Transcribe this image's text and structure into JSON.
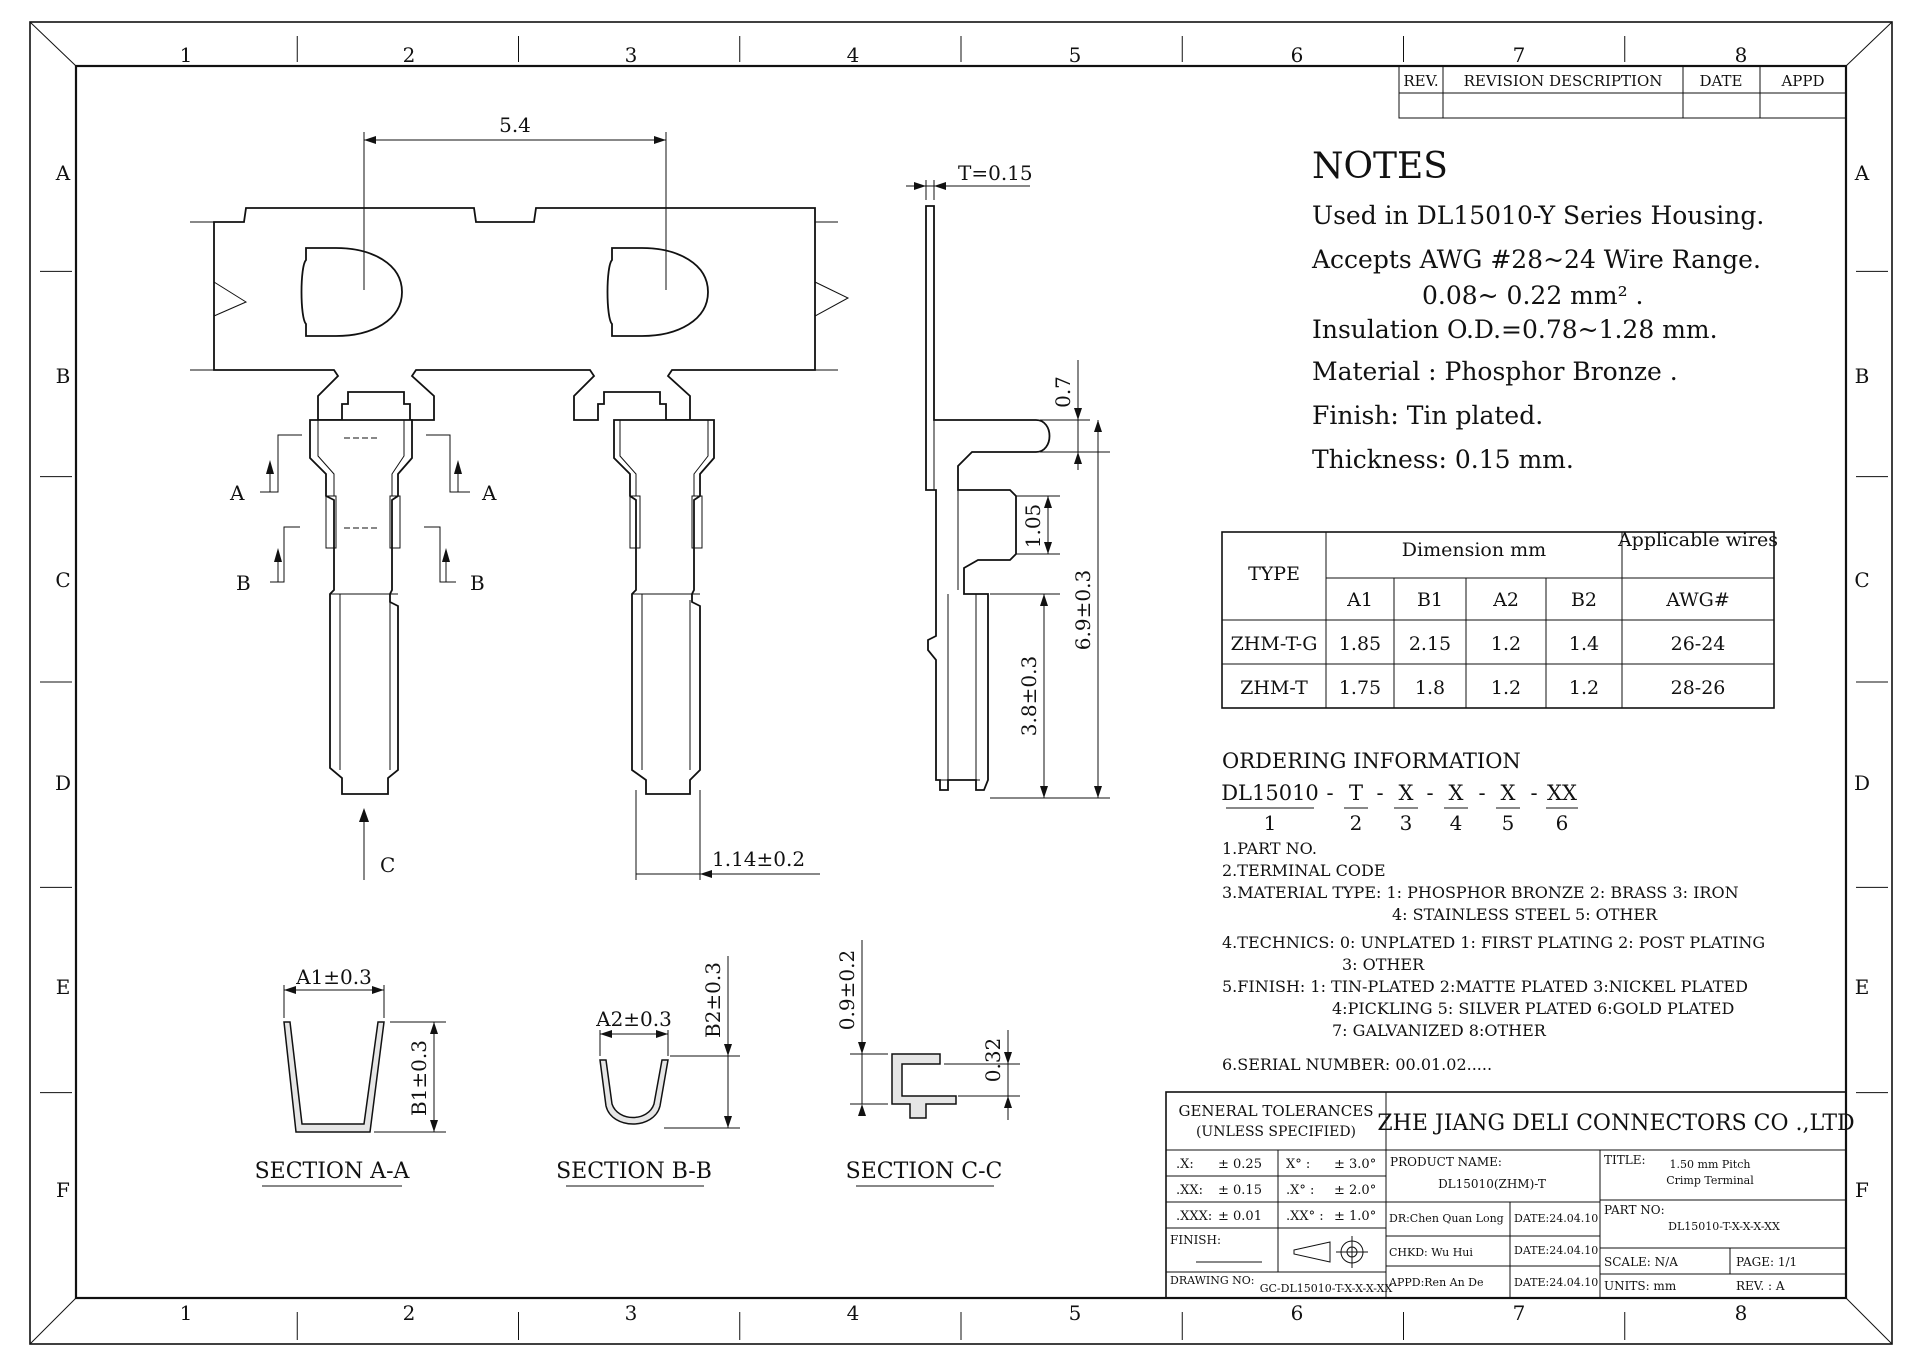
{
  "grid": {
    "columns": [
      "1",
      "2",
      "3",
      "4",
      "5",
      "6",
      "7",
      "8"
    ],
    "rows": [
      "A",
      "B",
      "C",
      "D",
      "E",
      "F"
    ]
  },
  "revision_table": {
    "headers": [
      "REV.",
      "REVISION DESCRIPTION",
      "DATE",
      "APPD"
    ]
  },
  "notes": {
    "title": "NOTES",
    "lines": [
      "Used in DL15010-Y  Series Housing.",
      "Accepts AWG #28~24 Wire Range.",
      "0.08~ 0.22 mm² .",
      "Insulation O.D.=0.78~1.28 mm.",
      "Material : Phosphor Bronze .",
      "Finish:   Tin plated.",
      "Thickness:  0.15 mm."
    ]
  },
  "dimension_table": {
    "type_header": "TYPE",
    "dimension_header": "Dimension mm",
    "wires_header": "Applicable wires",
    "subheaders": [
      "A1",
      "B1",
      "A2",
      "B2",
      "AWG#"
    ],
    "rows": [
      {
        "type": "ZHM-T-G",
        "a1": "1.85",
        "b1": "2.15",
        "a2": "1.2",
        "b2": "1.4",
        "awg": "26-24"
      },
      {
        "type": "ZHM-T",
        "a1": "1.75",
        "b1": "1.8",
        "a2": "1.2",
        "b2": "1.2",
        "awg": "28-26"
      }
    ]
  },
  "ordering": {
    "title": "ORDERING INFORMATION",
    "code_parts": [
      "DL15010",
      "T",
      "X",
      "X",
      "X",
      "XX"
    ],
    "code_numbers": [
      "1",
      "2",
      "3",
      "4",
      "5",
      "6"
    ],
    "items": [
      "1.PART NO.",
      "2.TERMINAL CODE",
      "3.MATERIAL TYPE: 1: PHOSPHOR BRONZE  2: BRASS  3: IRON",
      "4: STAINLESS STEEL  5: OTHER",
      "4.TECHNICS: 0: UNPLATED    1: FIRST PLATING   2: POST PLATING",
      "3: OTHER",
      "5.FINISH:  1: TIN-PLATED   2:MATTE PLATED  3:NICKEL PLATED",
      "4:PICKLING      5: SILVER PLATED   6:GOLD PLATED",
      "7: GALVANIZED   8:OTHER",
      "6.SERIAL NUMBER: 00.01.02....."
    ]
  },
  "drawing": {
    "dim_5_4": "5.4",
    "dim_t": "T=0.15",
    "dim_0_7": "0.7",
    "dim_1_05": "1.05",
    "dim_6_9": "6.9±0.3",
    "dim_3_8": "3.8±0.3",
    "dim_1_14": "1.14±0.2",
    "label_a": "A",
    "label_b": "B",
    "label_c": "C",
    "section_aa": "SECTION A-A",
    "section_bb": "SECTION B-B",
    "section_cc": "SECTION C-C",
    "dim_a1": "A1±0.3",
    "dim_b1": "B1±0.3",
    "dim_a2": "A2±0.3",
    "dim_b2": "B2±0.3",
    "dim_0_9": "0.9±0.2",
    "dim_0_32": "0.32"
  },
  "title_block": {
    "tolerances_title": "GENERAL TOLERANCES",
    "tolerances_sub": "(UNLESS SPECIFIED)",
    "tol_rows": [
      [
        ".X:",
        "± 0.25",
        "X° :",
        "± 3.0°"
      ],
      [
        ".XX:",
        "± 0.15",
        ".X° :",
        "± 2.0°"
      ],
      [
        ".XXX:",
        "± 0.01",
        ".XX° :",
        "± 1.0°"
      ]
    ],
    "finish_label": "FINISH:",
    "drawing_no_label": "DRAWING NO:",
    "drawing_no": "GC-DL15010-T-X-X-X-XX",
    "company": "ZHE JIANG DELI CONNECTORS CO .,LTD",
    "product_name_label": "PRODUCT NAME:",
    "product_name": "DL15010(ZHM)-T",
    "title_label": "TITLE:",
    "title_line1": "1.50 mm Pitch",
    "title_line2": "Crimp Terminal",
    "dr": "DR:Chen Quan Long",
    "chkd": "CHKD: Wu Hui",
    "appd": "APPD:Ren An De",
    "date_dr": "DATE:24.04.10",
    "date_chkd": "DATE:24.04.10",
    "date_appd": "DATE:24.04.10",
    "part_no_label": "PART NO:",
    "part_no": "DL15010-T-X-X-X-XX",
    "scale": "SCALE:  N/A",
    "page": "PAGE: 1/1",
    "units": "UNITS:   mm",
    "rev": "REV. :   A"
  }
}
